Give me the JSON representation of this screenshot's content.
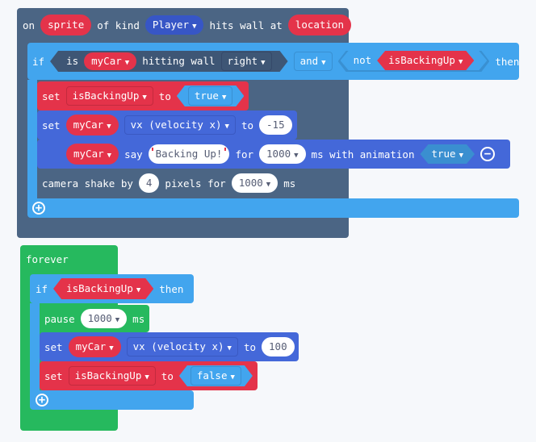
{
  "event_block": {
    "on": "on",
    "sprite": "sprite",
    "of_kind": "of kind",
    "kind": "Player",
    "hits_wall_at": "hits wall at",
    "location": "location"
  },
  "if1": {
    "if": "if",
    "is": "is",
    "sprite_var": "myCar",
    "hitting_wall": "hitting wall",
    "direction": "right",
    "op": "and",
    "not": "not",
    "bool_var": "isBackingUp",
    "then": "then"
  },
  "set1": {
    "set": "set",
    "var": "isBackingUp",
    "to": "to",
    "value": "true"
  },
  "set2": {
    "set": "set",
    "sprite_var": "myCar",
    "prop": "vx (velocity x)",
    "to": "to",
    "value": "-15"
  },
  "say": {
    "sprite_var": "myCar",
    "say": "say",
    "text": "Backing Up!",
    "for": "for",
    "ms_value": "1000",
    "ms_with_animation": "ms with animation",
    "animation": "true"
  },
  "shake": {
    "label": "camera shake by",
    "amount": "4",
    "pixels_for": "pixels for",
    "ms_value": "1000",
    "ms": "ms"
  },
  "forever_block": {
    "forever": "forever"
  },
  "if2": {
    "if": "if",
    "bool_var": "isBackingUp",
    "then": "then"
  },
  "pause": {
    "pause": "pause",
    "value": "1000",
    "ms": "ms"
  },
  "set3": {
    "set": "set",
    "sprite_var": "myCar",
    "prop": "vx (velocity x)",
    "to": "to",
    "value": "100"
  },
  "set4": {
    "set": "set",
    "var": "isBackingUp",
    "to": "to",
    "value": "false"
  },
  "colors": {
    "sprites": "#4b6584",
    "logic": "#42a5ee",
    "variables": "#e4334a",
    "sprite_blocks": "#4468d9",
    "loops": "#26b95e",
    "background": "#f6f8fb"
  }
}
